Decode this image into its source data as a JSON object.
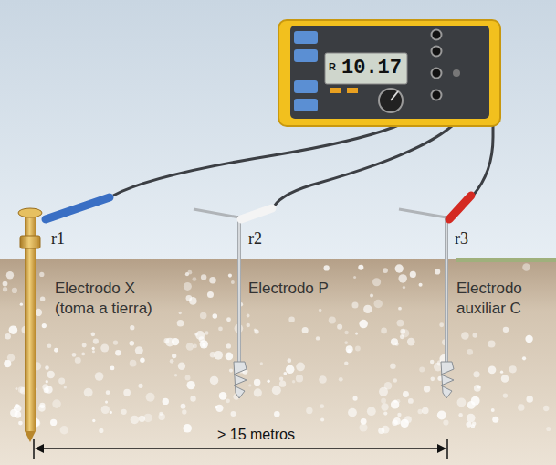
{
  "diagram": {
    "labels": [
      "R",
      "10.17",
      "r1",
      "Electrodo X (toma a tierra)",
      "r2",
      "Electrodo P",
      "r3",
      "Electrodo auxiliar C",
      "> 15 metros"
    ]
  }
}
